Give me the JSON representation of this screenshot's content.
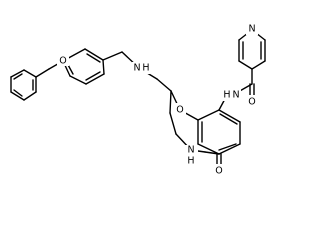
{
  "atoms": {
    "pyridine_n": "N",
    "amide_n": "N",
    "amide_h": "H",
    "carbonyl_o": "O",
    "ring_o": "O",
    "amine_n": "N",
    "amine_h": "H",
    "ether_o": "O",
    "lactam_o": "O",
    "lactam_n": "N",
    "lactam_h": "H"
  }
}
